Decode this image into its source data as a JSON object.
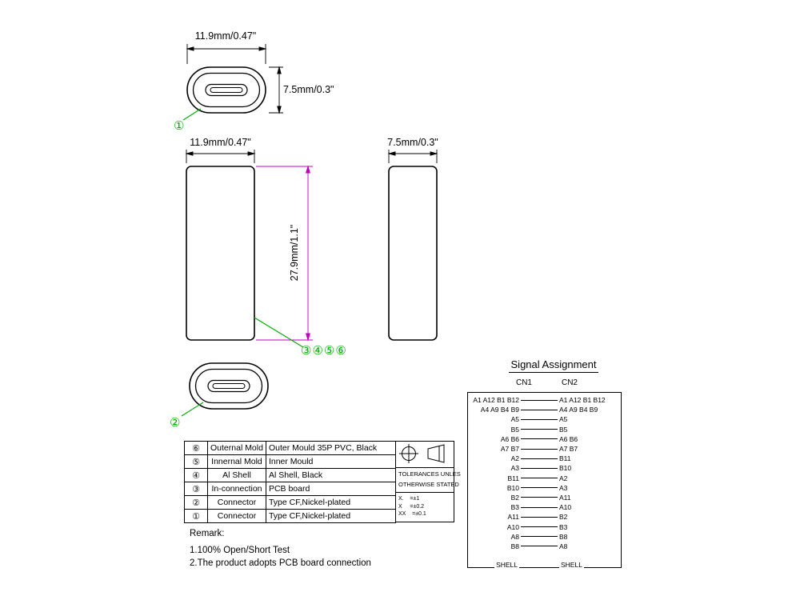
{
  "drawing": {
    "top_front_view": {
      "width_dim": "11.9mm/0.47\"",
      "height_dim": "7.5mm/0.3\"",
      "callout": "①"
    },
    "side_view": {
      "width_dim": "11.9mm/0.47\"",
      "height_dim": "27.9mm/1.1\"",
      "callouts": "③④⑤⑥"
    },
    "side_view_2": {
      "width_dim": "7.5mm/0.3\""
    },
    "bottom_front_view": {
      "callout": "②"
    }
  },
  "bom": {
    "rows": [
      {
        "num": "⑥",
        "name": "Outernal Mold",
        "desc": "Outer Mould 35P PVC, Black"
      },
      {
        "num": "⑤",
        "name": "Innernal Mold",
        "desc": "Inner Mould"
      },
      {
        "num": "④",
        "name": "Al Shell",
        "desc": "Al Shell, Black"
      },
      {
        "num": "③",
        "name": "In-connection",
        "desc": "PCB board"
      },
      {
        "num": "②",
        "name": "Connector",
        "desc": "Type CF,Nickel-plated"
      },
      {
        "num": "①",
        "name": "Connector",
        "desc": "Type CF,Nickel-plated"
      }
    ]
  },
  "tolerance": {
    "line1": "TOLERANCES UNLES",
    "line2": "OTHERWISE STATED",
    "values": [
      "X.    =±1",
      "X     =±0.2",
      "XX    =±0.1"
    ]
  },
  "remark": {
    "title": "Remark:",
    "line1": "1.100% Open/Short Test",
    "line2": "2.The product adopts PCB board connection"
  },
  "signal_assignment": {
    "title": "Signal Assignment",
    "cn1": "CN1",
    "cn2": "CN2",
    "rows": [
      {
        "left": "A1 A12 B1 B12",
        "right": "A1 A12 B1 B12"
      },
      {
        "left": "A4 A9 B4 B9",
        "right": "A4 A9 B4 B9"
      },
      {
        "left": "A5",
        "right": "A5"
      },
      {
        "left": "B5",
        "right": "B5"
      },
      {
        "left": "A6 B6",
        "right": "A6 B6"
      },
      {
        "left": "A7 B7",
        "right": "A7 B7"
      },
      {
        "left": "A2",
        "right": "B11"
      },
      {
        "left": "A3",
        "right": "B10"
      },
      {
        "left": "B11",
        "right": "A2"
      },
      {
        "left": "B10",
        "right": "A3"
      },
      {
        "left": "B2",
        "right": "A11"
      },
      {
        "left": "B3",
        "right": "A10"
      },
      {
        "left": "A11",
        "right": "B2"
      },
      {
        "left": "A10",
        "right": "B3"
      },
      {
        "left": "A8",
        "right": "B8"
      },
      {
        "left": "B8",
        "right": "A8"
      }
    ],
    "shell_left": "SHELL",
    "shell_right": "SHELL"
  },
  "colors": {
    "line": "#000000",
    "dimension": "#C000C0",
    "callout": "#00AA00"
  }
}
